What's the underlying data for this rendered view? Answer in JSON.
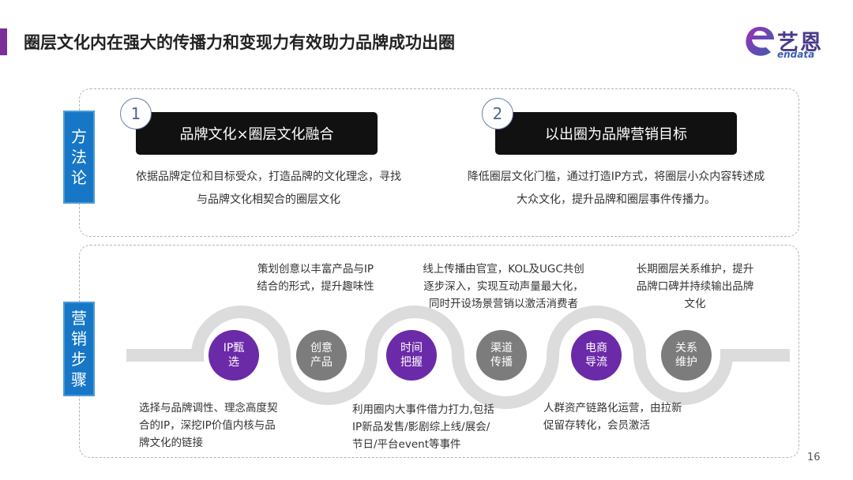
{
  "header": {
    "title": "圈层文化内在强大的传播力和变现力有效助力品牌成功出圈",
    "logo_zh": "艺恩",
    "logo_en": "endata",
    "accent_color": "#7a2e9a"
  },
  "method": {
    "label": "方法论",
    "tab_color": "#1777c6",
    "items": [
      {
        "num": "1",
        "title": "品牌文化×圈层文化融合",
        "desc": "依据品牌定位和目标受众，打造品牌的文化理念，寻找与品牌文化相契合的圈层文化"
      },
      {
        "num": "2",
        "title": "以出圈为品牌营销目标",
        "desc": "降低圈层文化门槛，通过打造IP方式，将圈层小众内容转述成大众文化，提升品牌和圈层事件传播力。"
      }
    ]
  },
  "marketing": {
    "label": "营销步骤",
    "steps": [
      {
        "label": "IP甄选",
        "color": "#6b2aa8"
      },
      {
        "label": "创意产品",
        "color": "#7c7c7c"
      },
      {
        "label": "时间把握",
        "color": "#6b2aa8"
      },
      {
        "label": "渠道传播",
        "color": "#7c7c7c"
      },
      {
        "label": "电商导流",
        "color": "#6b2aa8"
      },
      {
        "label": "关系维护",
        "color": "#7c7c7c"
      }
    ],
    "notes": {
      "top1": "策划创意以丰富产品与IP结合的形式，提升趣味性",
      "top2": "线上传播由官宣，KOL及UGC共创逐步深入，实现互动声量最大化，同时开设场景营销以激活消费者",
      "top3": "长期圈层关系维护，提升品牌口碑并持续输出品牌文化",
      "bot1": "选择与品牌调性、理念高度契合的IP，深挖IP价值内核与品牌文化的链接",
      "bot2": "利用圈内大事件借力打力,包括IP新品发售/影剧综上线/展会/节日/平台event等事件",
      "bot3": "人群资产链路化运营，由拉新促留存转化，会员激活"
    }
  },
  "page_number": "16"
}
